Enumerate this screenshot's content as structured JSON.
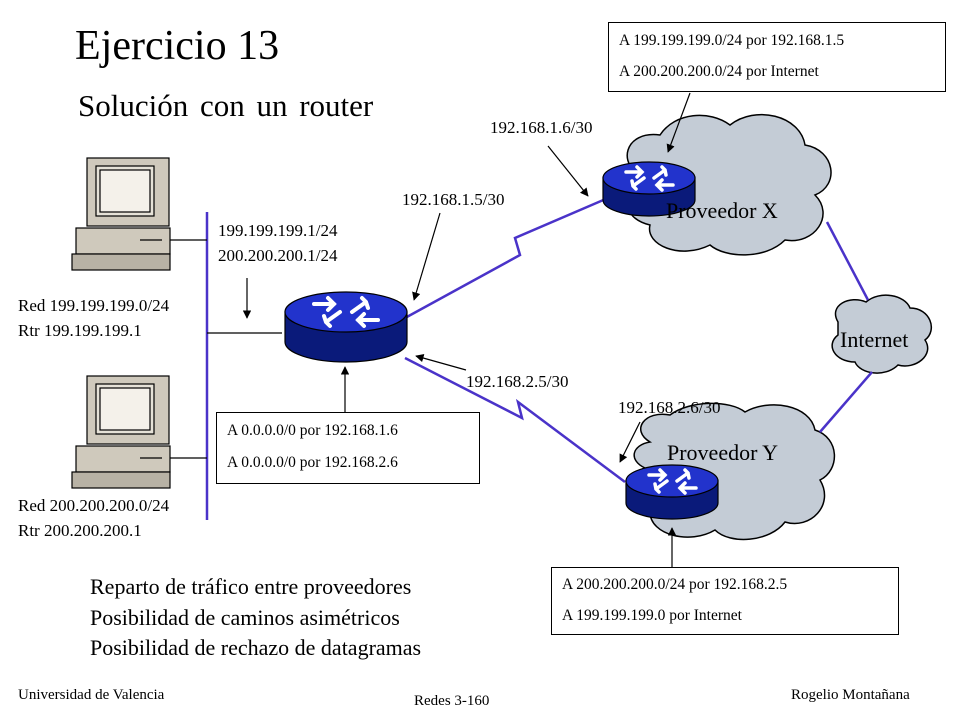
{
  "title": "Ejercicio 13",
  "subtitle": "Solución con un router",
  "labels": {
    "ip_x_provider": "192.168.1.6/30",
    "ip_router_x": "192.168.1.5/30",
    "ip_lan_1": "199.199.199.1/24",
    "ip_lan_2": "200.200.200.1/24",
    "net1_line1": "Red 199.199.199.0/24",
    "net1_line2": "Rtr 199.199.199.1",
    "net2_line1": "Red 200.200.200.0/24",
    "net2_line2": "Rtr 200.200.200.1",
    "ip_router_y": "192.168.2.5/30",
    "ip_y_provider": "192.168.2.6/30"
  },
  "clouds": {
    "provider_x": "Proveedor X",
    "internet": "Internet",
    "provider_y": "Proveedor Y"
  },
  "boxes": {
    "x_routes": [
      "A 199.199.199.0/24 por 192.168.1.5",
      "A 200.200.200.0/24 por Internet"
    ],
    "router_routes": [
      "A 0.0.0.0/0 por 192.168.1.6",
      "A 0.0.0.0/0 por 192.168.2.6"
    ],
    "y_routes": [
      "A 200.200.200.0/24 por 192.168.2.5",
      "A 199.199.199.0 por Internet"
    ]
  },
  "bullets": [
    "Reparto de tráfico entre proveedores",
    "Posibilidad de caminos asimétricos",
    "Posibilidad de rechazo de datagramas"
  ],
  "footer": {
    "left": "Universidad de Valencia",
    "center": "Redes 3-160",
    "right": "Rogelio Montañana"
  },
  "colors": {
    "link": "#4a33c9",
    "router": "#2233cc",
    "router_dark": "#0a1a7a",
    "cloud": "#c4ccd6",
    "pc_body": "#cfc9bc"
  }
}
